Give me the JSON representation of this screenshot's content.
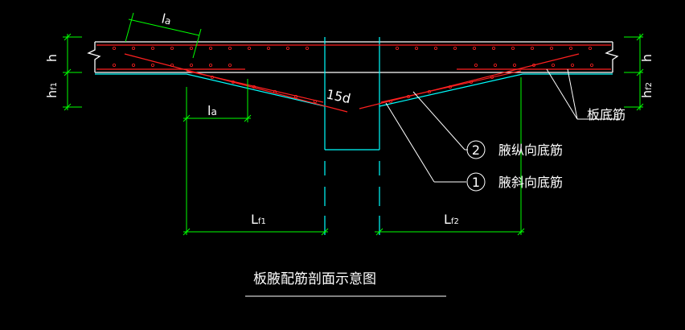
{
  "title": "板腋配筋剖面示意图",
  "labels": {
    "la_top": "l",
    "la_top_sub": "a",
    "la_mid": "l",
    "la_mid_sub": "a",
    "h_left": "h",
    "hf1_main": "h",
    "hf1_sub": "f1",
    "h_right": "h",
    "hf2_main": "h",
    "hf2_sub": "f2",
    "fifteen_d": "15d",
    "lf1_main": "L",
    "lf1_sub": "f1",
    "lf2_main": "L",
    "lf2_sub": "f2",
    "board_bottom": "板底筋",
    "callout_2_num": "2",
    "callout_2_text": "腋纵向底筋",
    "callout_1_num": "1",
    "callout_1_text": "腋斜向底筋"
  },
  "colors": {
    "background": "#000000",
    "slab_line": "#ffffff",
    "rebar": "#ff2020",
    "haunch": "#00ffff",
    "dimension": "#00ff00",
    "text": "#ffffff"
  }
}
